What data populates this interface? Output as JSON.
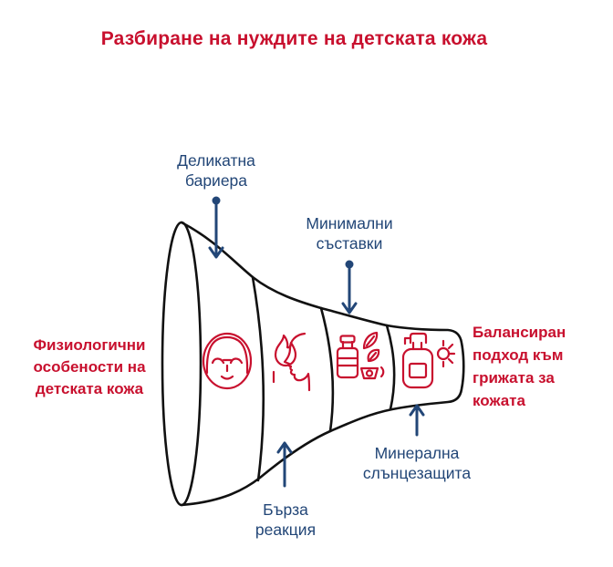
{
  "title": "Разбиране на нуждите на детската кожа",
  "colors": {
    "accent_red": "#C8102E",
    "label_navy": "#224677",
    "outline_black": "#111111",
    "background": "#FFFFFF"
  },
  "funnel": {
    "labels": {
      "delicate_barrier": "Деликатна\nбариера",
      "minimal_ingredients": "Минимални\nсъставки",
      "physiological": "Физиологични\nособености на\nдетската кожа",
      "balanced_approach": "Балансиран\nподход към\nгрижата за\nкожата",
      "fast_reaction": "Бърза\nреакция",
      "mineral_sunscreen": "Минерална\nслънцезащита"
    },
    "icons": [
      {
        "name": "baby-face-icon"
      },
      {
        "name": "flame-face-profile-icon"
      },
      {
        "name": "cosmetic-products-leaves-icon"
      },
      {
        "name": "sunscreen-pump-sun-icon"
      }
    ]
  }
}
